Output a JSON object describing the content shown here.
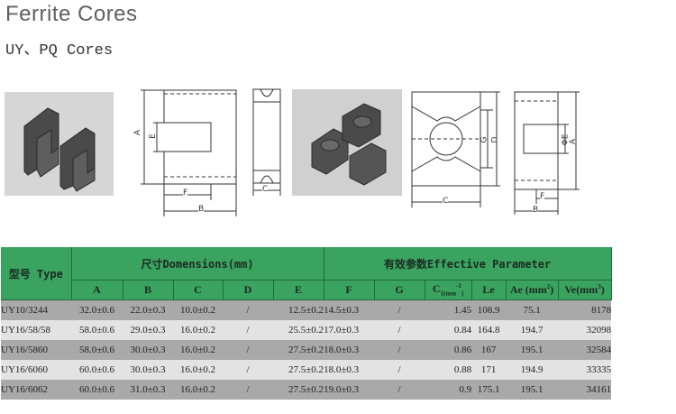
{
  "header": {
    "title": "Ferrite Cores",
    "subtitle": "UY、PQ Cores"
  },
  "diagram_labels": {
    "uy_front": {
      "a": "A",
      "e": "E",
      "f": "F",
      "b": "B"
    },
    "uy_side": {
      "c": "C"
    },
    "pq_front": {
      "g": "G",
      "d": "D",
      "c": "C"
    },
    "pq_side": {
      "e": "ΦE",
      "a": "A",
      "f": "F",
      "b": "B"
    }
  },
  "table": {
    "type_header": "型号 Type",
    "dimensions_header": "尺寸Domensions(mm)",
    "effective_header": "有效参数Effective Parameter",
    "columns": [
      "A",
      "B",
      "C",
      "D",
      "E",
      "F",
      "G"
    ],
    "c1_label": "C",
    "c1_sub": "1(mm",
    "c1_sup": "-1",
    "c1_close": ")",
    "le_label": "Le",
    "ae_label": "Ae (mm",
    "ae_sup": "2",
    "ae_close": ")",
    "ve_label": "Ve(mm",
    "ve_sup": "3",
    "ve_close": ")",
    "rows": [
      {
        "type": "UY10/3244",
        "a": "32.0±0.6",
        "b": "22.0±0.3",
        "c": "10.0±0.2",
        "d": "/",
        "e": "12.5±0.2",
        "f": "14.5±0.3",
        "g": "/",
        "c1": "1.45",
        "le": "108.9",
        "ae": "75.1",
        "ve": "8178"
      },
      {
        "type": "UY16/58/58",
        "a": "58.0±0.6",
        "b": "29.0±0.3",
        "c": "16.0±0.2",
        "d": "/",
        "e": "25.5±0.2",
        "f": "17.0±0.3",
        "g": "/",
        "c1": "0.84",
        "le": "164.8",
        "ae": "194.7",
        "ve": "32098"
      },
      {
        "type": "UY16/5860",
        "a": "58.0±0.6",
        "b": "30.0±0.3",
        "c": "16.0±0.2",
        "d": "/",
        "e": "27.5±0.2",
        "f": "18.0±0.3",
        "g": "/",
        "c1": "0.86",
        "le": "167",
        "ae": "195.1",
        "ve": "32584"
      },
      {
        "type": "UY16/6060",
        "a": "60.0±0.6",
        "b": "30.0±0.3",
        "c": "16.0±0.2",
        "d": "/",
        "e": "27.5±0.2",
        "f": "18.0±0.3",
        "g": "/",
        "c1": "0.88",
        "le": "171",
        "ae": "194.9",
        "ve": "33335"
      },
      {
        "type": "UY16/6062",
        "a": "60.0±0.6",
        "b": "31.0±0.3",
        "c": "16.0±0.2",
        "d": "/",
        "e": "27.5±0.2",
        "f": "19.0±0.3",
        "g": "/",
        "c1": "0.9",
        "le": "175.1",
        "ae": "195.1",
        "ve": "34161"
      }
    ]
  },
  "colors": {
    "header_green": "#3aa360",
    "row_dark": "#a9a9a9",
    "row_light": "#e3e3e3"
  }
}
